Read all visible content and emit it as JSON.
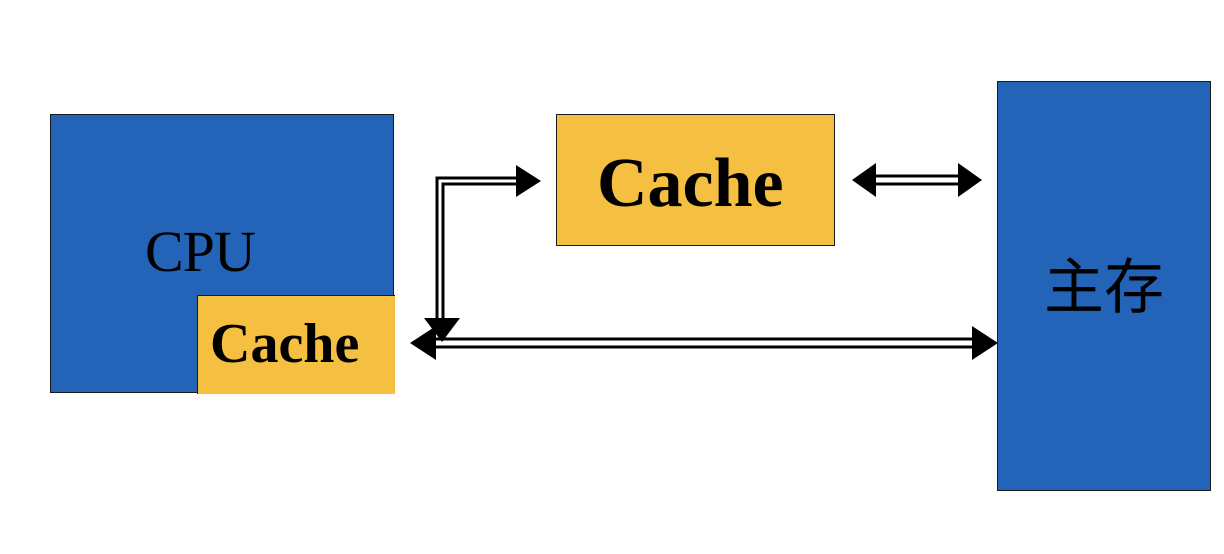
{
  "diagram": {
    "cpu": {
      "label": "CPU"
    },
    "l1_cache": {
      "label": "Cache"
    },
    "l2_cache": {
      "label": "Cache"
    },
    "main_memory": {
      "label": "主存"
    }
  },
  "colors": {
    "blue_box": "#2464b8",
    "cache_box": "#f5bf42",
    "arrow": "#000000"
  }
}
